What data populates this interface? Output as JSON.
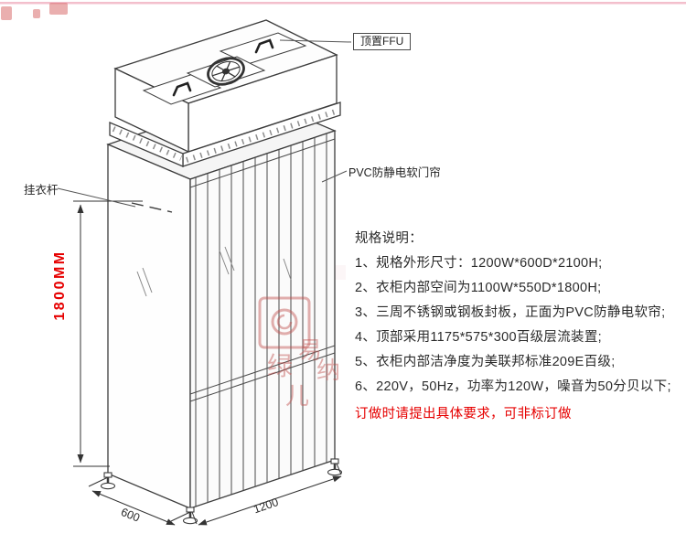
{
  "labels": {
    "top_ffu": "顶置FFU",
    "pvc_curtain": "PVC防静电软门帘",
    "hanger_rod": "挂衣杆"
  },
  "dimensions": {
    "height": "1800MM",
    "depth": "600",
    "width": "1200"
  },
  "spec": {
    "heading": "规格说明：",
    "items": [
      "1、规格外形尺寸：1200W*600D*2100H;",
      "2、衣柜内部空间为1100W*550D*1800H;",
      "3、三周不锈钢或钢板封板，正面为PVC防静电软帘;",
      "4、顶部采用1175*575*300百级层流装置;",
      "5、衣柜内部洁净度为美联邦标准209E百级;",
      "6、220V，50Hz，功率为120W，噪音为50分贝以下;"
    ],
    "custom_note": "订做时请提出具体要求，可非标订做"
  },
  "watermark": {
    "characters": [
      "易",
      "纳",
      "绿",
      "儿"
    ]
  },
  "colors": {
    "line": "#3c3c3c",
    "dim_red": "#e60000",
    "note_red": "#e60000",
    "stamp_red": "#c0504d",
    "header_pink": "#f2b8c6"
  }
}
